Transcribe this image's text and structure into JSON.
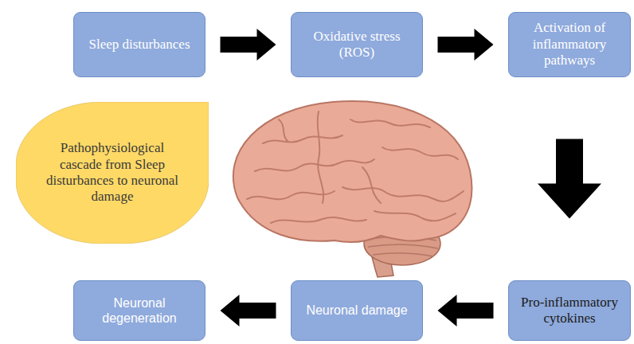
{
  "diagram": {
    "nodes": [
      {
        "text": [
          "Sleep disturbances"
        ]
      },
      {
        "text": [
          "Oxidative stress (ROS)"
        ]
      },
      {
        "text": [
          "Activation of inflammatory pathways"
        ]
      },
      {
        "text": [
          "Pathophysiological cascade from Sleep disturbances to neuronal damage"
        ]
      },
      {
        "text": [
          "Pro-inflammatory cytokines"
        ]
      },
      {
        "text": [
          "Neuronal damage"
        ]
      },
      {
        "text": [
          "Neuronal degeneration"
        ]
      }
    ],
    "edges": [
      {
        "from": 0,
        "to": 1,
        "arrow": "to"
      },
      {
        "from": 1,
        "to": 2,
        "arrow": "to"
      },
      {
        "from": 2,
        "to": 4,
        "arrow": "to"
      },
      {
        "from": 4,
        "to": 5,
        "arrow": "to"
      },
      {
        "from": 5,
        "to": 6,
        "arrow": "to"
      }
    ]
  }
}
